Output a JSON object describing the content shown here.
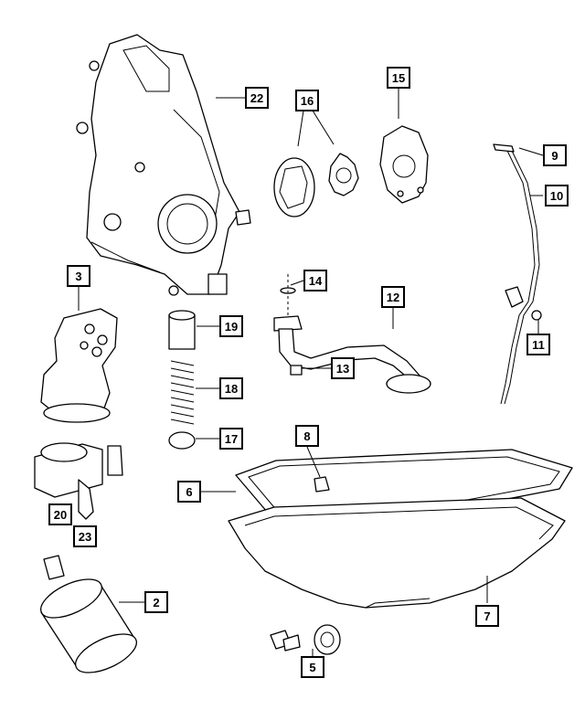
{
  "callouts": [
    {
      "id": "c22",
      "label": "22",
      "part": "timing-cover"
    },
    {
      "id": "c16",
      "label": "16",
      "part": "oil-pump-rotors"
    },
    {
      "id": "c15",
      "label": "15",
      "part": "oil-pump-cover"
    },
    {
      "id": "c9",
      "label": "9",
      "part": "dipstick"
    },
    {
      "id": "c10",
      "label": "10",
      "part": "dipstick-tube"
    },
    {
      "id": "c3",
      "label": "3",
      "part": "oil-filter-adapter"
    },
    {
      "id": "c14",
      "label": "14",
      "part": "o-ring"
    },
    {
      "id": "c12",
      "label": "12",
      "part": "oil-pickup-tube"
    },
    {
      "id": "c19",
      "label": "19",
      "part": "relief-valve"
    },
    {
      "id": "c13",
      "label": "13",
      "part": "bolt"
    },
    {
      "id": "c11",
      "label": "11",
      "part": "bolt"
    },
    {
      "id": "c18",
      "label": "18",
      "part": "relief-spring"
    },
    {
      "id": "c17",
      "label": "17",
      "part": "cap"
    },
    {
      "id": "c8",
      "label": "8",
      "part": "oil-level-sensor"
    },
    {
      "id": "c6",
      "label": "6",
      "part": "oil-pan-gasket"
    },
    {
      "id": "c20",
      "label": "20",
      "part": "oil-cooler"
    },
    {
      "id": "c23",
      "label": "23",
      "part": "hose"
    },
    {
      "id": "c2",
      "label": "2",
      "part": "oil-filter"
    },
    {
      "id": "c7",
      "label": "7",
      "part": "oil-pan"
    },
    {
      "id": "c5",
      "label": "5",
      "part": "drain-plug"
    }
  ]
}
